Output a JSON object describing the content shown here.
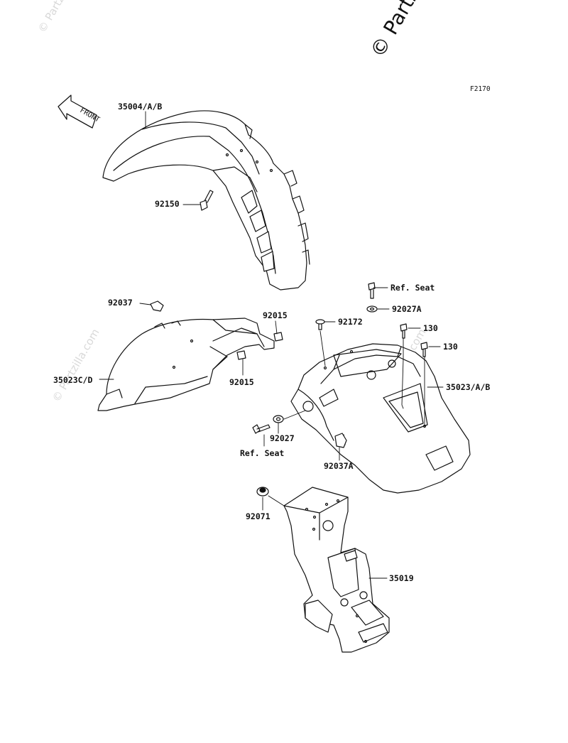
{
  "diagram": {
    "code": "F2170",
    "front_label": "FRONT",
    "watermark": "© Partzilla.com",
    "watermark_corner": "© Partzil",
    "labels": {
      "p35004": "35004/A/B",
      "p92150": "92150",
      "p92037": "92037",
      "p92015_top": "92015",
      "p92015_bottom": "92015",
      "p35023cd": "35023C/D",
      "ref_seat_top": "Ref. Seat",
      "p92027A": "92027A",
      "p92172": "92172",
      "p130_a": "130",
      "p130_b": "130",
      "p35023ab": "35023/A/B",
      "p92027": "92027",
      "ref_seat_bottom": "Ref. Seat",
      "p92037A": "92037A",
      "p92071": "92071",
      "p35019": "35019"
    }
  }
}
